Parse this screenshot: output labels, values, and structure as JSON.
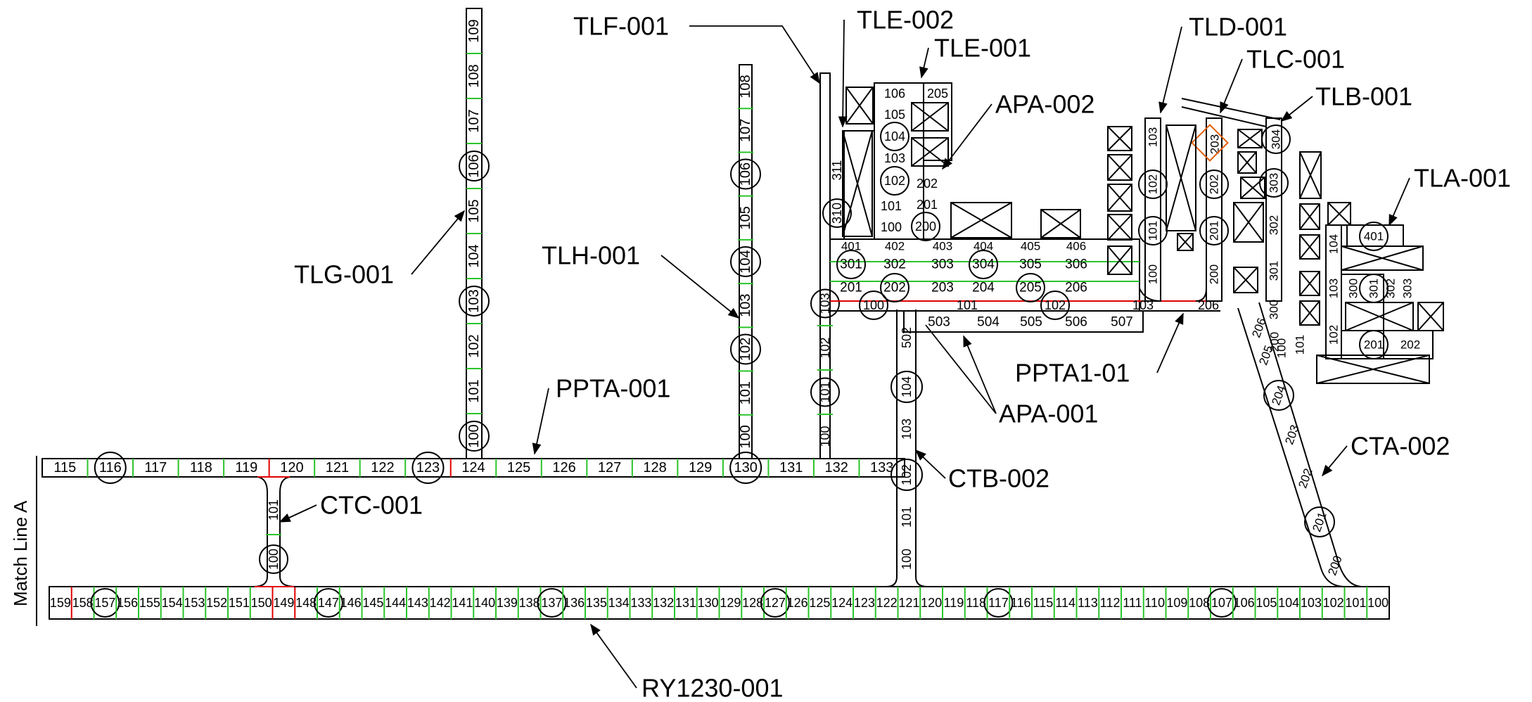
{
  "match_line": "Match Line A",
  "callouts": {
    "tlf": "TLF-001",
    "tle2": "TLE-002",
    "tle1": "TLE-001",
    "tld": "TLD-001",
    "tlc": "TLC-001",
    "tlb": "TLB-001",
    "tla": "TLA-001",
    "apa2": "APA-002",
    "tlg": "TLG-001",
    "tlh": "TLH-001",
    "ppta": "PPTA-001",
    "ppta1": "PPTA1-01",
    "apa1": "APA-001",
    "ctb": "CTB-002",
    "cta": "CTA-002",
    "ctc": "CTC-001",
    "ry": "RY1230-001"
  },
  "runway": {
    "labels": [
      "159",
      "158",
      "157",
      "156",
      "155",
      "154",
      "153",
      "152",
      "151",
      "150",
      "149",
      "148",
      "147",
      "146",
      "145",
      "144",
      "143",
      "142",
      "141",
      "140",
      "139",
      "138",
      "137",
      "136",
      "135",
      "134",
      "133",
      "132",
      "131",
      "130",
      "129",
      "128",
      "127",
      "126",
      "125",
      "124",
      "123",
      "122",
      "121",
      "120",
      "119",
      "118",
      "117",
      "116",
      "115",
      "114",
      "113",
      "112",
      "111",
      "110",
      "109",
      "108",
      "107",
      "106",
      "105",
      "104",
      "103",
      "102",
      "101",
      "100"
    ],
    "circled": [
      "157",
      "147",
      "137",
      "127",
      "117",
      "107"
    ]
  },
  "taxiway_ppta": {
    "labels": [
      "115",
      "116",
      "117",
      "118",
      "119",
      "120",
      "121",
      "122",
      "123",
      "124",
      "125",
      "126",
      "127",
      "128",
      "129",
      "130",
      "131",
      "132",
      "133"
    ],
    "circled": [
      "116",
      "123",
      "130"
    ]
  },
  "tlg": {
    "labels": [
      "100",
      "101",
      "102",
      "103",
      "104",
      "105",
      "106",
      "107",
      "108",
      "109"
    ],
    "circled": [
      "100",
      "103",
      "106"
    ]
  },
  "tlh": {
    "labels": [
      "100",
      "101",
      "102",
      "103",
      "104",
      "105",
      "106",
      "107",
      "108"
    ],
    "circled": [
      "102",
      "104",
      "106"
    ]
  },
  "tlf": {
    "labels": [
      "100",
      "101",
      "102",
      "103"
    ],
    "circled": [
      "101",
      "103"
    ]
  },
  "ctb": {
    "labels": [
      "100",
      "101",
      "102",
      "103",
      "104",
      "502"
    ],
    "circled": [
      "102",
      "104"
    ]
  },
  "ctc": {
    "labels": [
      "100",
      "101"
    ],
    "circled": [
      "100"
    ]
  },
  "tle": {
    "labels": [
      "100",
      "101",
      "102",
      "103",
      "104",
      "105",
      "106",
      "205",
      "202",
      "201",
      "200",
      "310",
      "311"
    ],
    "circled": [
      "102",
      "104",
      "200",
      "310"
    ]
  },
  "apron": {
    "row4": [
      "401",
      "402",
      "403",
      "404",
      "405",
      "406"
    ],
    "row3": [
      "301",
      "302",
      "303",
      "304",
      "305",
      "306"
    ],
    "row2": [
      "201",
      "202",
      "203",
      "204",
      "205",
      "206"
    ],
    "row1": [
      "100",
      "101",
      "102",
      "103",
      "206"
    ],
    "row5": [
      "503",
      "504",
      "505",
      "506",
      "507"
    ],
    "circled": [
      "301",
      "202",
      "304",
      "205",
      "100",
      "102"
    ]
  },
  "tld": {
    "labels": [
      "100",
      "101",
      "102",
      "103",
      "200",
      "201",
      "202",
      "203",
      "300",
      "301",
      "302",
      "303",
      "304"
    ],
    "circled": [
      "101",
      "102",
      "201",
      "202",
      "303",
      "304"
    ]
  },
  "tla": {
    "labels": [
      "100",
      "101",
      "102",
      "103",
      "104",
      "200",
      "201",
      "202",
      "300",
      "301",
      "302",
      "303",
      "401"
    ],
    "circled": [
      "201",
      "301",
      "401"
    ]
  },
  "cta": {
    "labels": [
      "200",
      "201",
      "202",
      "203",
      "204",
      "205",
      "206"
    ],
    "circled": [
      "201",
      "204"
    ]
  }
}
